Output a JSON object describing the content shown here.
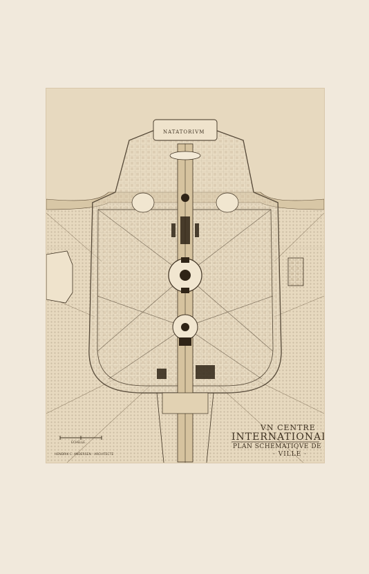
{
  "map": {
    "title_line1": "VN CENTRE",
    "title_line2": "INTERNATIONAL",
    "title_line3": "PLAN SCHEMATIQVE DE LA",
    "title_line4": "· VILLE ·",
    "natatorium": "NATATORIVM",
    "scale_label": "ECHELLE",
    "author_label": "HENDRIK C. ANDERSEN · ARCHITECTE"
  },
  "colors": {
    "page": "#f1e9dc",
    "plate": "#e9dcc4",
    "ink": "#3f3222"
  }
}
